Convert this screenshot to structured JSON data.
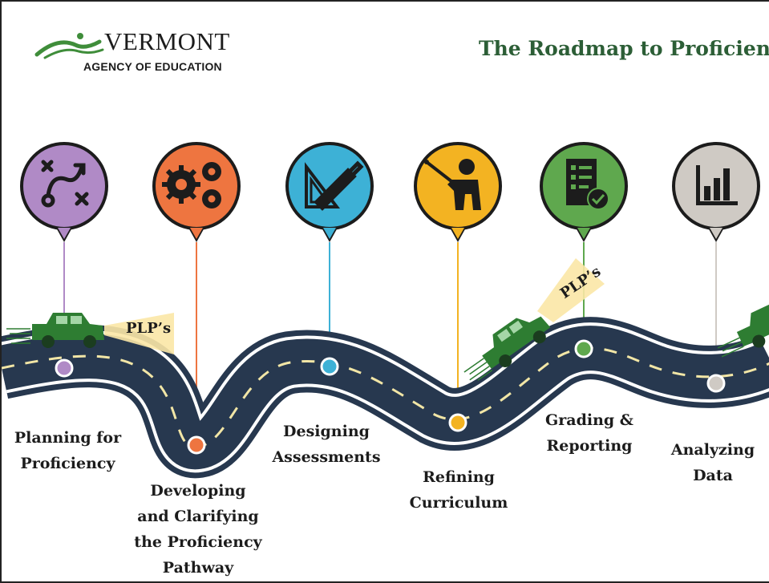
{
  "header": {
    "logo_word": "VERMONT",
    "logo_sub": "AGENCY OF EDUCATION",
    "title": "The Roadmap to Proficiency"
  },
  "stages": [
    {
      "label": "Planning for\nProficiency",
      "color": "#b08ac6",
      "icon": "strategy-map-icon"
    },
    {
      "label": "Developing\nand Clarifying\nthe Proficiency\nPathway",
      "color": "#ee7540",
      "icon": "gears-icon"
    },
    {
      "label": "Designing\nAssessments",
      "color": "#3db1d6",
      "icon": "ruler-triangle-icon"
    },
    {
      "label": "Refining\nCurriculum",
      "color": "#f3b322",
      "icon": "teacher-pointer-icon"
    },
    {
      "label": "Grading &\nReporting",
      "color": "#5fa84e",
      "icon": "checklist-icon"
    },
    {
      "label": "Analyzing\nData",
      "color": "#cfcac4",
      "icon": "bar-chart-icon"
    }
  ],
  "plp_label": "PLP’s",
  "colors": {
    "road": "#27384f",
    "road_edge": "#27384f",
    "car": "#2e7d32",
    "title_green": "#2c5e36",
    "beam": "#fbe7a6"
  }
}
